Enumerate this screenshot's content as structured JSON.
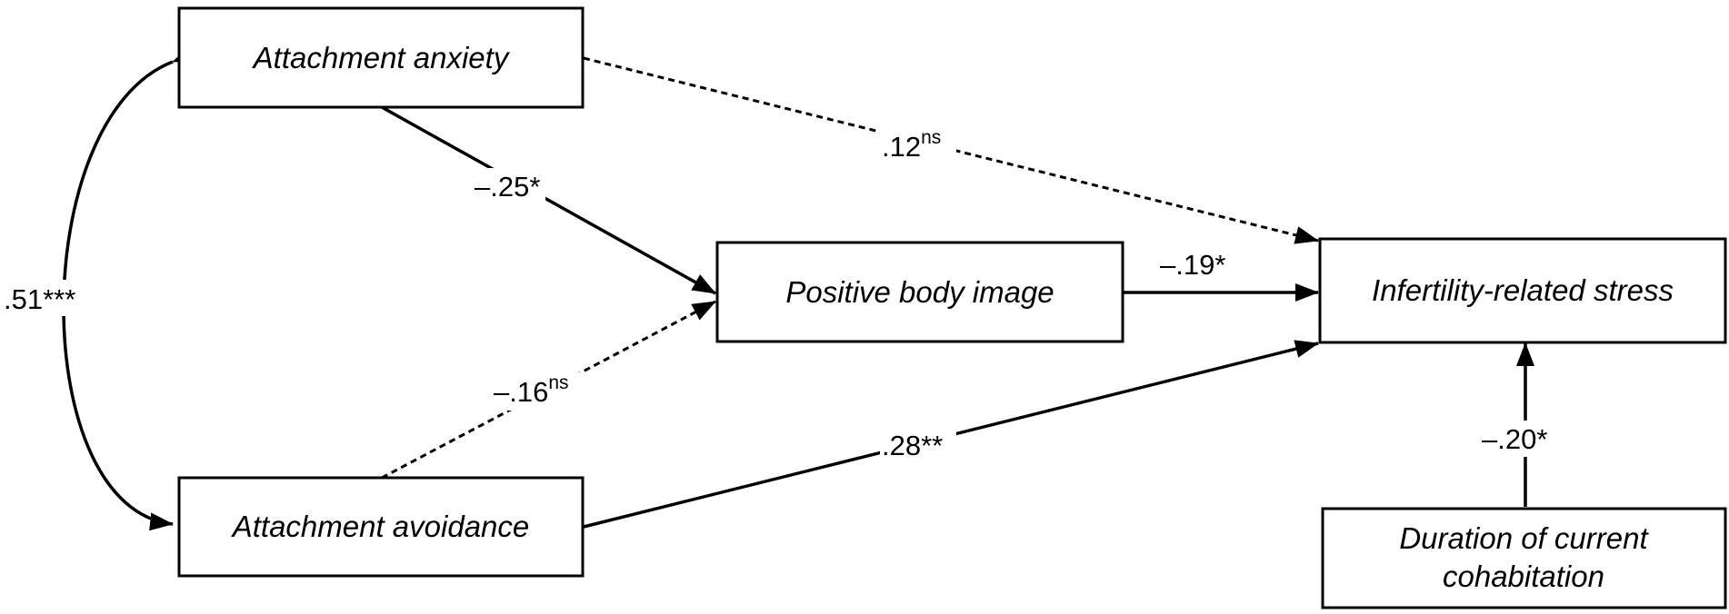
{
  "nodes": {
    "anxiety": {
      "label": "Attachment anxiety"
    },
    "avoidance": {
      "label": "Attachment avoidance"
    },
    "body_image": {
      "label": "Positive body image"
    },
    "stress": {
      "label": "Infertility-related stress"
    },
    "duration": {
      "label_line1": "Duration of current",
      "label_line2": "cohabitation"
    }
  },
  "paths": {
    "anxiety_avoidance": {
      "value": ".51",
      "sig": "***",
      "line": "solid"
    },
    "anxiety_body": {
      "value": "–.25",
      "sig": "*",
      "line": "solid"
    },
    "anxiety_stress": {
      "value": ".12",
      "sig": "ns",
      "line": "dashed"
    },
    "avoidance_body": {
      "value": "–.16",
      "sig": "ns",
      "line": "dashed"
    },
    "body_stress": {
      "value": "–.19",
      "sig": "*",
      "line": "solid"
    },
    "avoidance_stress": {
      "value": ".28",
      "sig": "**",
      "line": "solid"
    },
    "duration_stress": {
      "value": "–.20",
      "sig": "*",
      "line": "solid"
    }
  }
}
